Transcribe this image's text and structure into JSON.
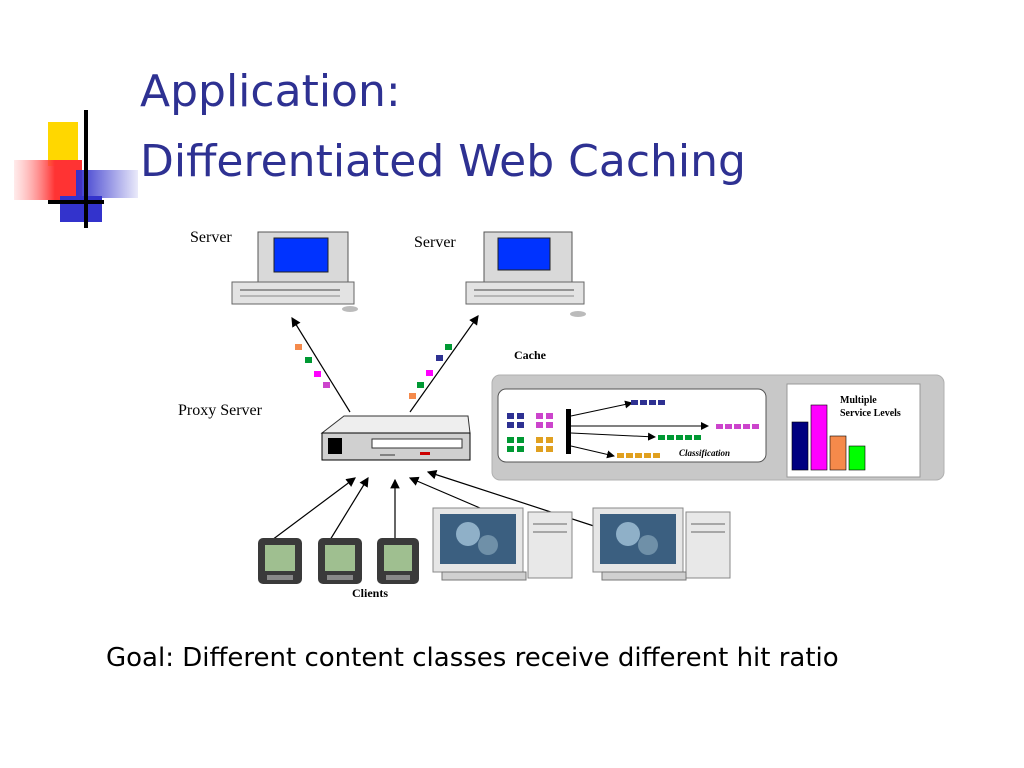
{
  "slide": {
    "title_line1": "Application:",
    "title_line2": "Differentiated Web Caching",
    "goal": "Goal: Different content classes receive different hit ratio"
  },
  "diagram": {
    "server_left_label": "Server",
    "server_right_label": "Server",
    "proxy_label": "Proxy Server",
    "cache_label": "Cache",
    "classification_label": "Classification",
    "service_levels_line1": "Multiple",
    "service_levels_line2": "Service Levels",
    "clients_label": "Clients"
  },
  "colors": {
    "title": "#2e3192",
    "class_blue": "#2e3192",
    "class_magenta": "#cc44cc",
    "class_green": "#009933",
    "class_orange": "#e0a020",
    "bar_navy": "#000080",
    "bar_magenta": "#ff00ff",
    "bar_orange": "#f58a4b",
    "bar_green": "#00ff00",
    "screen_blue": "#0033ff"
  },
  "chart_data": {
    "type": "bar",
    "categories": [
      "",
      "",
      "",
      ""
    ],
    "values": [
      48,
      65,
      34,
      24
    ],
    "colors": [
      "#000080",
      "#ff00ff",
      "#f58a4b",
      "#00ff00"
    ]
  }
}
